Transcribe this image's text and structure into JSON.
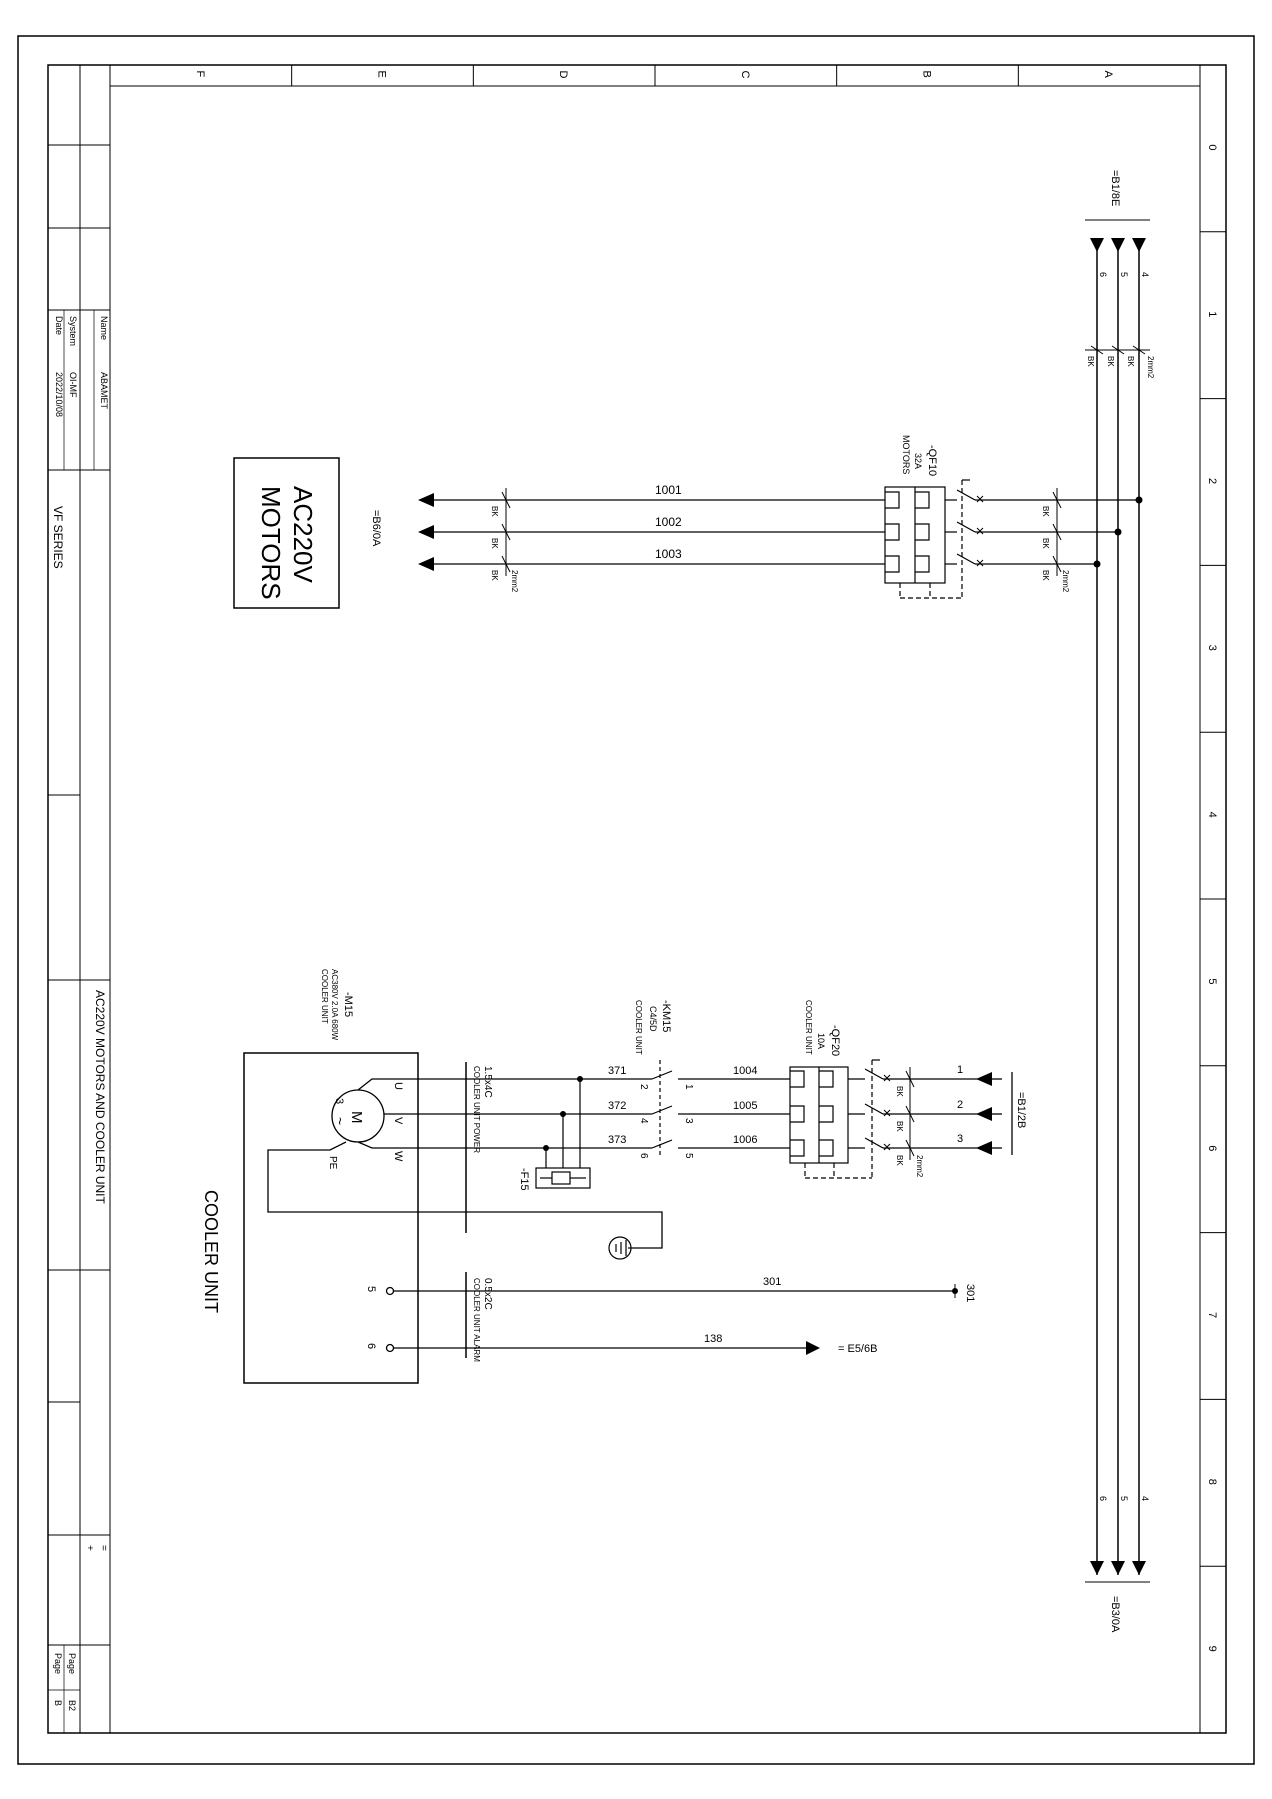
{
  "frame": {
    "columns": [
      "F",
      "E",
      "D",
      "C",
      "B",
      "A"
    ],
    "rows": [
      "0",
      "1",
      "2",
      "3",
      "4",
      "5",
      "6",
      "7",
      "8",
      "9"
    ]
  },
  "title_block": {
    "name_label": "Name",
    "name_value": "ABAMET",
    "system_label": "System",
    "system_value": "OI-MF",
    "date_label": "Date",
    "date_value": "2022/10/08",
    "series": "VF SERIES",
    "drawing_title": "AC220V MOTORS AND COOLER UNIT",
    "page_label_1": "Page",
    "page_value_1": "B2",
    "page_label_2": "Page",
    "page_value_2": "B",
    "eq_mark": "=",
    "plus_mark": "+"
  },
  "bus": {
    "ref_top": "=B1/8E",
    "ref_bottom": "=B3/0A",
    "wires_top": [
      "6",
      "5",
      "4"
    ],
    "wires_bottom": [
      "6",
      "5",
      "4"
    ],
    "color_code": "BK",
    "section": "2mm2"
  },
  "motors": {
    "box_line1": "AC220V",
    "box_line2": "MOTORS",
    "out_ref": "=B6/0A",
    "wires": [
      "1001",
      "1002",
      "1003"
    ],
    "color_code": "BK",
    "section": "2mm2",
    "breaker": {
      "tag": "-QF10",
      "rating": "32A",
      "label": "MOTORS"
    }
  },
  "cooler": {
    "unit_label": "COOLER UNIT",
    "motor": {
      "tag": "-M15",
      "spec": "AC380V 2.0A 680W",
      "label": "COOLER UNIT",
      "symbol": "M",
      "phases": "3",
      "ac": "~"
    },
    "terminals": [
      "U",
      "V",
      "W"
    ],
    "pe": "PE",
    "power_cable": {
      "type": "1.5x4C",
      "label": "COOLER UNIT POWER"
    },
    "wires_motor": [
      "371",
      "372",
      "373"
    ],
    "contactor": {
      "tag": "-KM15",
      "type": "C4/5D",
      "label": "COOLER UNIT",
      "left_pins": [
        "2",
        "4",
        "6"
      ],
      "right_pins": [
        "1",
        "3",
        "5"
      ]
    },
    "wires_line": [
      "1004",
      "1005",
      "1006"
    ],
    "breaker": {
      "tag": "-QF20",
      "rating": "10A",
      "label": "COOLER UNIT"
    },
    "color_code": "BK",
    "section": "2mm2",
    "in_ref": "=B1/2B",
    "inputs": [
      "1",
      "2",
      "3"
    ],
    "filter_tag": "-F15",
    "alarm_cable": {
      "type": "0.5x2C",
      "label": "COOLER UNIT ALARM"
    },
    "alarm_terminals": [
      "5",
      "6"
    ],
    "wire_301": "301",
    "wire_301_end": "301",
    "wire_138": "138",
    "ref_138": "= E5/6B"
  }
}
